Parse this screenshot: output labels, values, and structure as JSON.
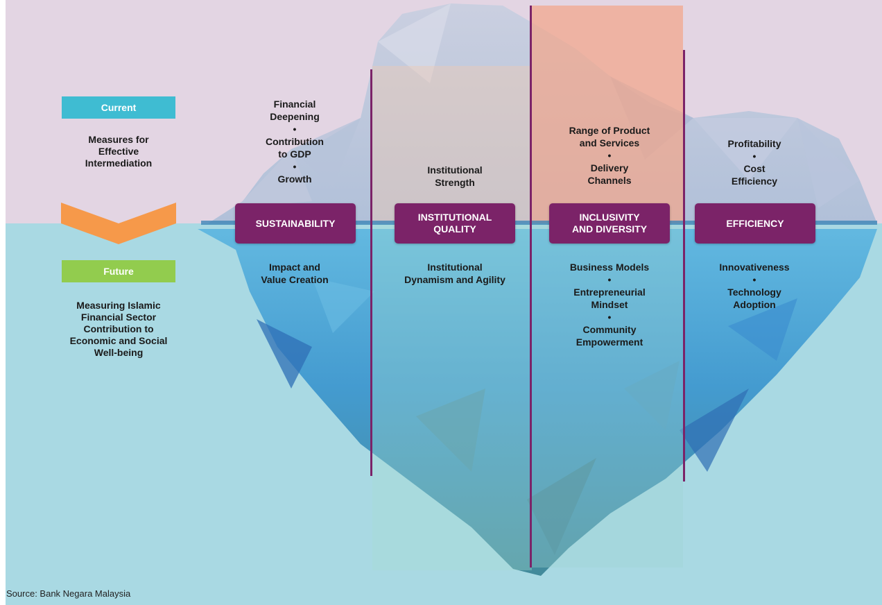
{
  "legend": {
    "current_label": "Current",
    "current_text": [
      "Measures for",
      "Effective",
      "Intermediation"
    ],
    "future_label": "Future",
    "future_text": [
      "Measuring Islamic",
      "Financial Sector",
      "Contribution to",
      "Economic and Social",
      "Well-being"
    ]
  },
  "pillars": [
    {
      "label_lines": [
        "SUSTAINABILITY"
      ],
      "above": [
        "Financial",
        "Deepening",
        "•",
        "Contribution",
        "to GDP",
        "•",
        "Growth"
      ],
      "below": [
        "Impact and",
        "Value Creation"
      ]
    },
    {
      "label_lines": [
        "INSTITUTIONAL",
        "QUALITY"
      ],
      "above": [
        "Institutional",
        "Strength"
      ],
      "below": [
        "Institutional",
        "Dynamism and Agility"
      ]
    },
    {
      "label_lines": [
        "INCLUSIVITY",
        "AND DIVERSITY"
      ],
      "above": [
        "Range of Product",
        "and Services",
        "•",
        "Delivery",
        "Channels"
      ],
      "below": [
        "Business Models",
        "•",
        "Entrepreneurial",
        "Mindset",
        "•",
        "Community",
        "Empowerment"
      ]
    },
    {
      "label_lines": [
        "EFFICIENCY"
      ],
      "above": [
        "Profitability",
        "•",
        "Cost",
        "Efficiency"
      ],
      "below": [
        "Innovativeness",
        "•",
        "Technology",
        "Adoption"
      ]
    }
  ],
  "source": "Source: Bank Negara Malaysia",
  "colors": {
    "sky": "#e3d5e3",
    "sea": "#a9d9e3",
    "pill": "#7b2368",
    "current": "#3fbcd2",
    "future": "#92cc4e",
    "arrow": "#f6994a",
    "highlight": "#f2a68a"
  }
}
